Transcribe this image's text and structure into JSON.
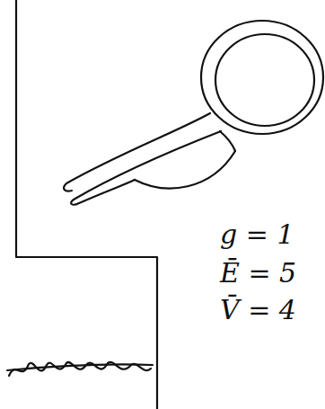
{
  "diagram": {
    "labels": [
      "g = 1",
      "Ē = 5",
      "V̄ = 4"
    ]
  }
}
